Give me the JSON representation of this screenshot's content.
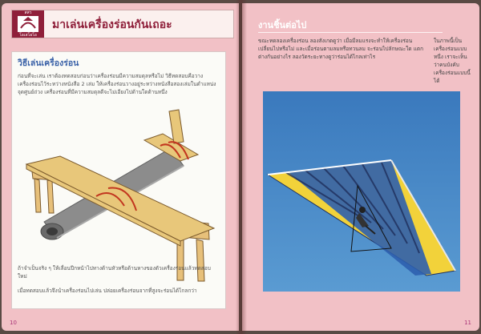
{
  "left_page": {
    "header": {
      "logo_top": "สสว",
      "logo_bottom": "โอเลโอโอ",
      "title": "มาเล่นเครื่องร่อนกันเถอะ"
    },
    "section_title": "วิธีเล่นเครื่องร่อน",
    "paragraph_1": "ก่อนที่จะเล่น เราต้องทดสอบก่อนว่าเครื่องร่อนมีความสมดุลหรือไม่ วิธีทดสอบคือวางเครื่องร่อนไว้ระหว่างหนังสือ 2 เล่ม ให้เครื่องร่อนวางอยู่ระหว่างหนังสือสองเล่มในตำแหน่งจุดศูนย์ถ่วง เครื่องร่อนที่มีความสมดุลดีจะไม่เอียงไปด้านใดด้านหนึ่ง",
    "paragraph_2": "ถ้าจำเป็นจริง ๆ ให้เลื่อนปีกหน้าไปทางด้านหัวหรือด้านหางของตัวเครื่องร่อนแล้วทดสอบใหม่",
    "paragraph_3": "เมื่อทดสอบแล้วจึงนำเครื่องร่อนไปเล่น ปล่อยเครื่องร่อนจากที่สูงจะร่อนได้ไกลกว่า",
    "page_number": "10"
  },
  "right_page": {
    "title": "งานชิ้นต่อไป",
    "paragraph_main": "ขณะทดลองเครื่องร่อน ลองสังเกตดูว่า เมื่อมีลมแรงจะทำให้เครื่องร่อนเปลี่ยนไปหรือไม่ และเมื่อร่อนตามลมหรือทวนลม จะร่อนไปลักษณะใด แตกต่างกันอย่างไร ลองวัดระยะทางดูว่าร่อนได้ไกลเท่าไร",
    "paragraph_side": "ในภาพนี้เป็นเครื่องร่อนแบบหนึ่ง เราจะเห็นว่าคนบังคับเครื่องร่อนแบบนี้ได้",
    "page_number": "11"
  },
  "colors": {
    "page_pink": "#f2c1c6",
    "banner_maroon": "#8f1f3a",
    "heading_blue": "#3b62a8",
    "sky_blue": "#3a79bd",
    "wing_yellow": "#f2d23a",
    "wing_blue": "#2d5fae",
    "wood": "#e8c77a",
    "tube_grey": "#8d8d8d"
  }
}
